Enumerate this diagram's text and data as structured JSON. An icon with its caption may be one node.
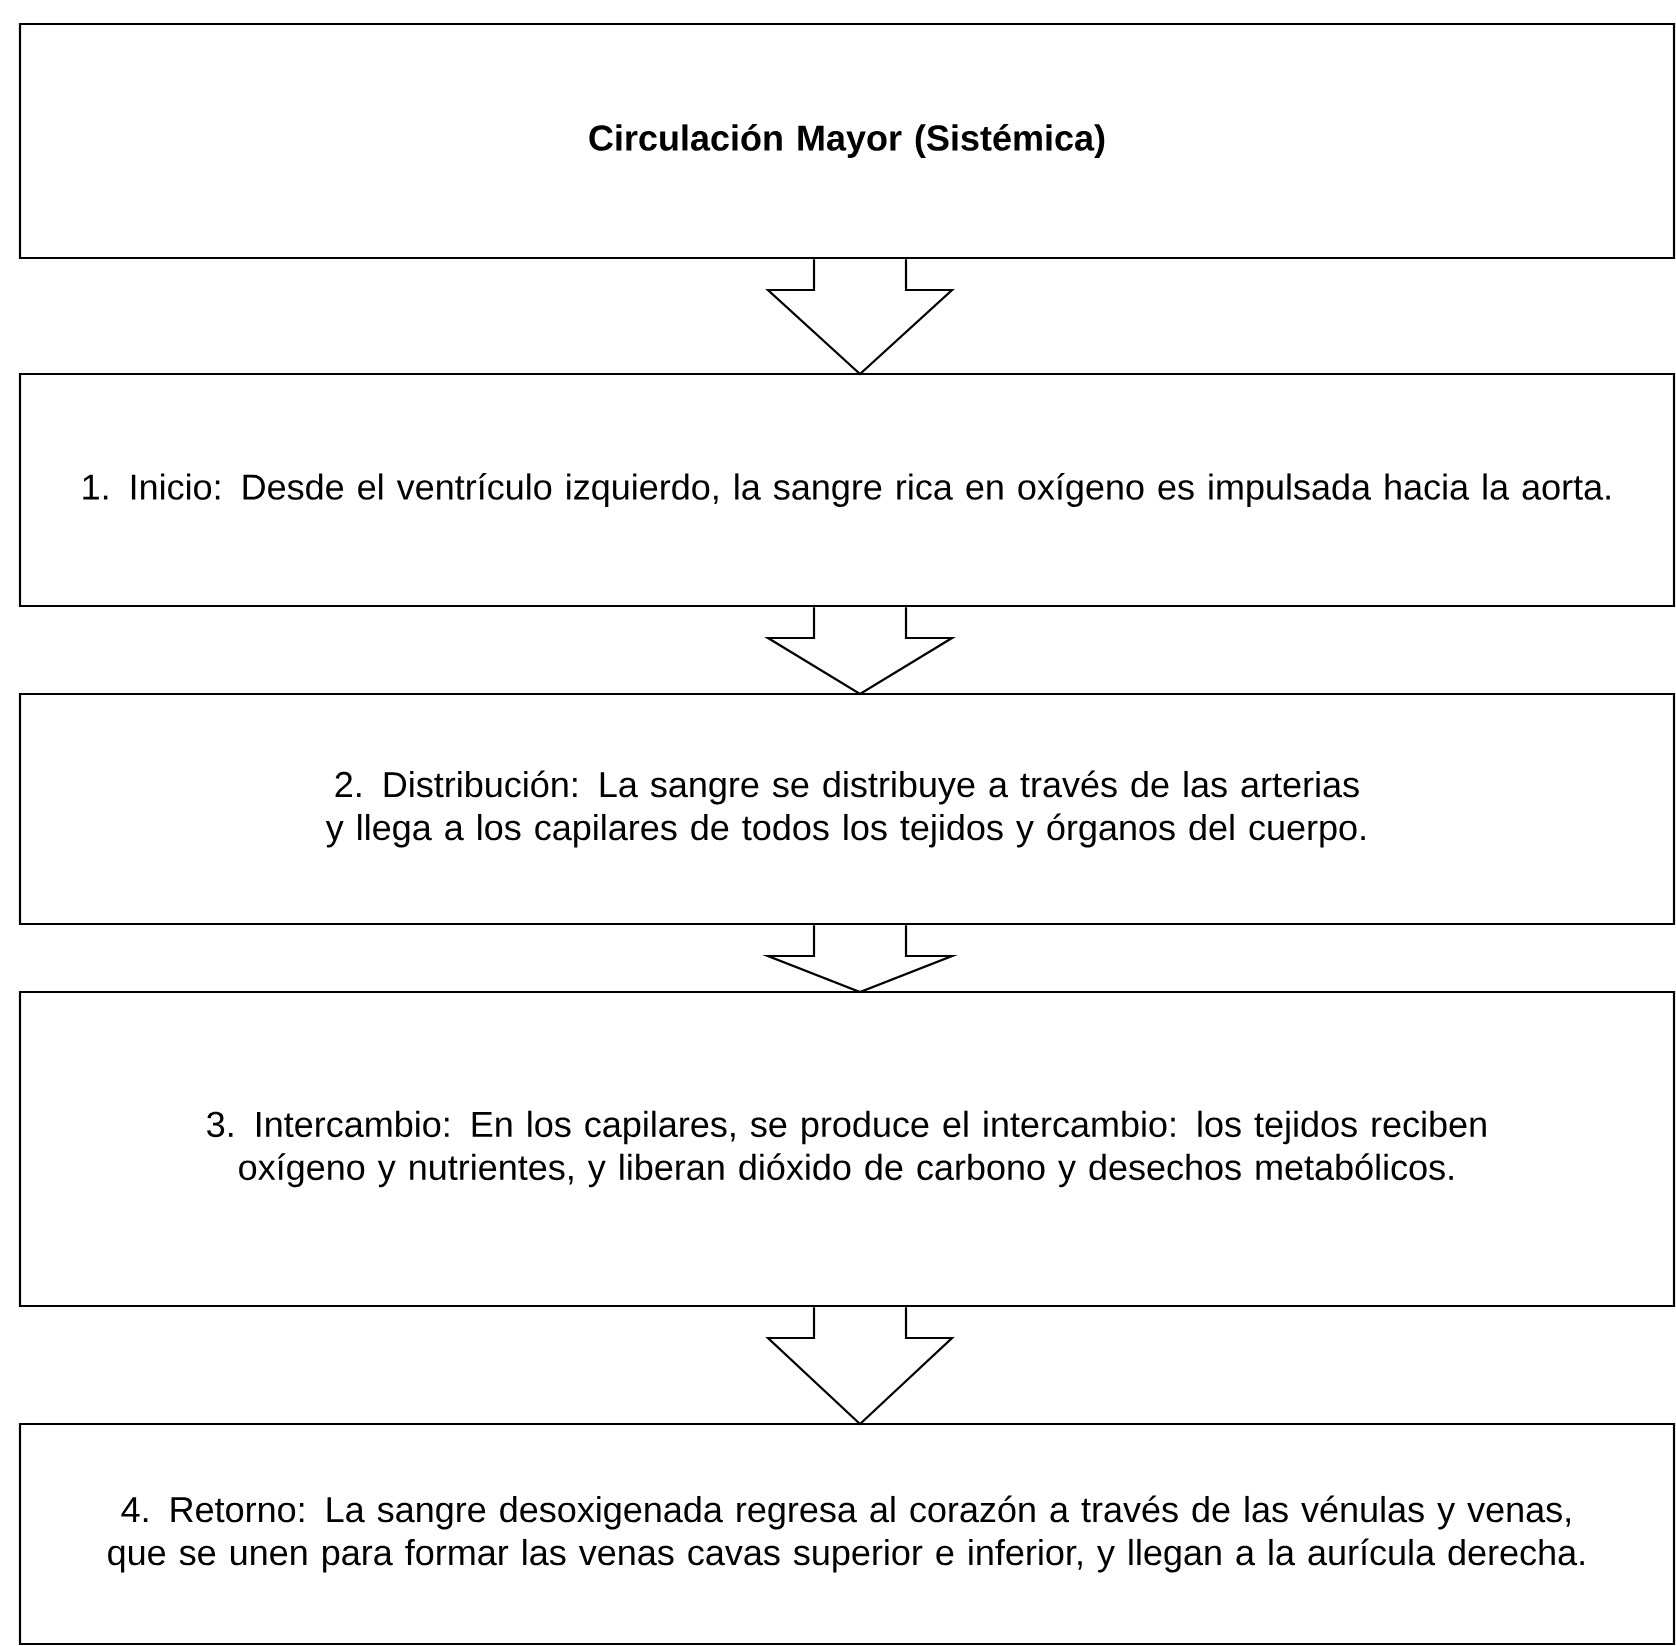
{
  "diagram": {
    "nodes": [
      {
        "text": [
          "**Circulación Mayor (Sistémica)**"
        ]
      },
      {
        "text": [
          "1. Inicio: Desde el ventrículo izquierdo, la sangre rica en oxígeno es impulsada hacia la aorta."
        ]
      },
      {
        "text": [
          "2. Distribución: La sangre se distribuye a través de las arterias y llega a los capilares de todos los tejidos y órganos del cuerpo."
        ]
      },
      {
        "text": [
          "3. Intercambio: En los capilares, se produce el intercambio: los tejidos reciben oxígeno y nutrientes, y liberan dióxido de carbono y desechos metabólicos."
        ]
      },
      {
        "text": [
          "4. Retorno: La sangre desoxigenada regresa al corazón a través de las vénulas y venas, que se unen para formar las venas cavas superior e inferior, y llegan a la aurícula derecha."
        ]
      }
    ],
    "edges": [
      {
        "from": 0,
        "to": 1,
        "arrow": "to"
      },
      {
        "from": 1,
        "to": 2,
        "arrow": "to"
      },
      {
        "from": 2,
        "to": 3,
        "arrow": "to"
      },
      {
        "from": 3,
        "to": 4,
        "arrow": "to"
      }
    ]
  }
}
